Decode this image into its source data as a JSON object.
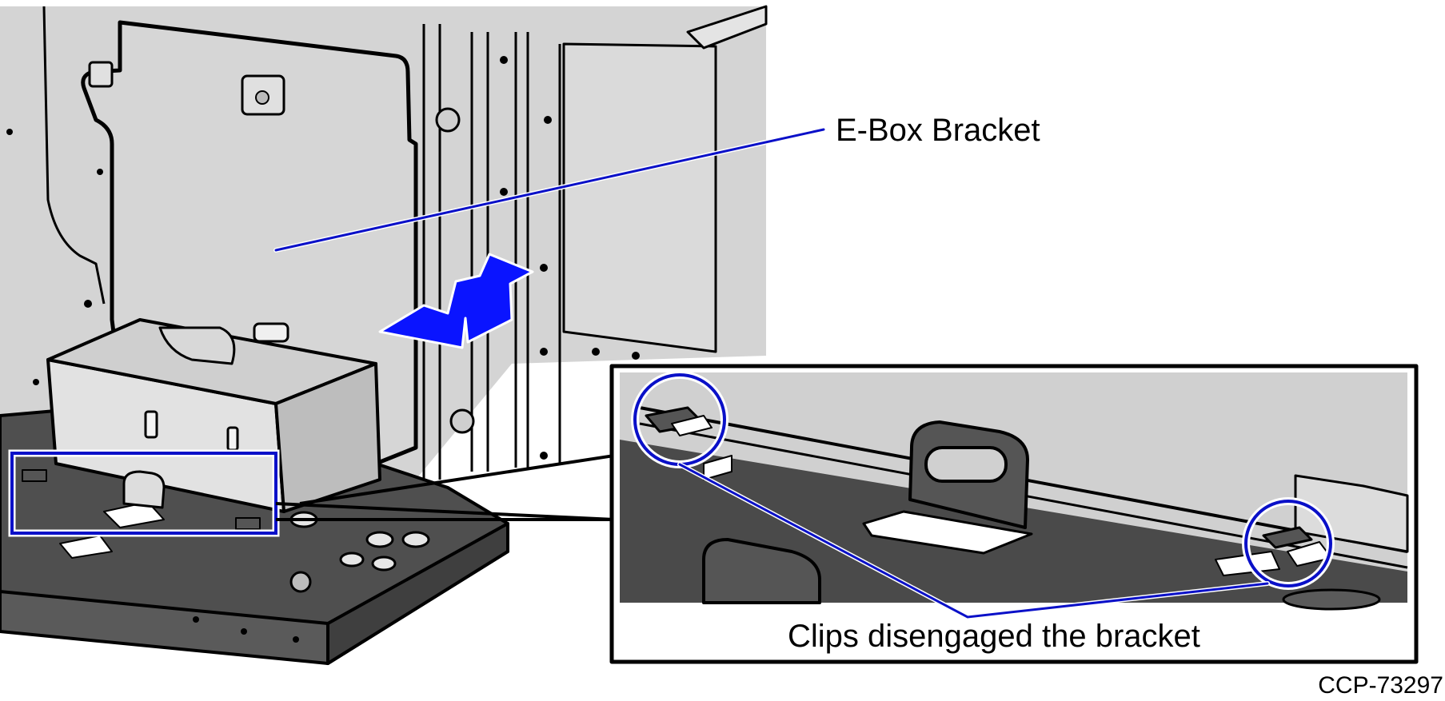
{
  "callouts": {
    "bracket_label": "E-Box Bracket",
    "clips_label": "Clips disengaged the bracket"
  },
  "figure_id": "CCP-73297",
  "colors": {
    "callout_line": "#0a10c8",
    "arrow": "#0a14ff",
    "panel_light": "#d4d4d4",
    "base_dark": "#4f4f4f",
    "outline": "#000000"
  }
}
